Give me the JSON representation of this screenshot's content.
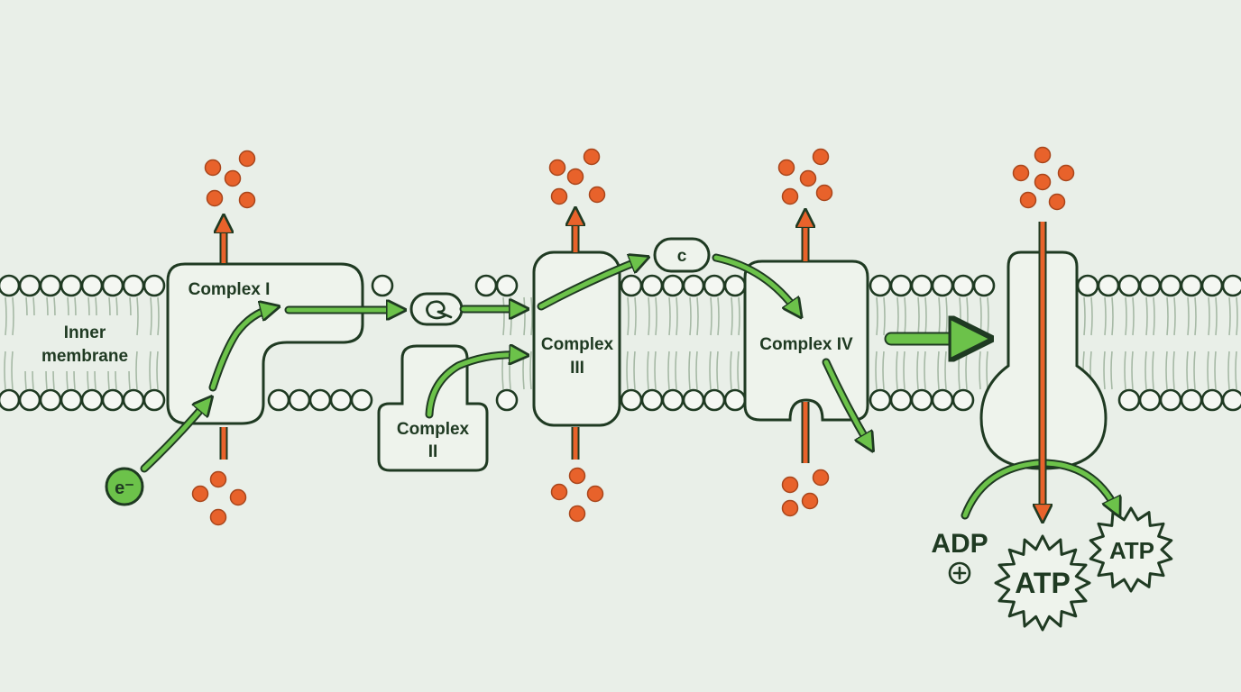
{
  "diagram": {
    "membrane_label": [
      "Inner",
      "membrane"
    ],
    "complex_1": "Complex I",
    "complex_2": [
      "Complex",
      "II"
    ],
    "complex_3": [
      "Complex",
      "III"
    ],
    "complex_4": "Complex IV",
    "carrier_q_icon": "ubiquinone-swirl-icon",
    "carrier_c": "c",
    "electron": "e⁻",
    "adp": "ADP",
    "phosphate_icon": "plus-circle-icon",
    "atp_main": "ATP",
    "atp_small": "ATP"
  },
  "colors": {
    "background": "#e9efe8",
    "outline": "#1f3a22",
    "electron_flow": "#6cc24a",
    "proton": "#e8622b",
    "proton_outline": "#a8461c",
    "lipid_head_fill": "#f4f7f2"
  }
}
